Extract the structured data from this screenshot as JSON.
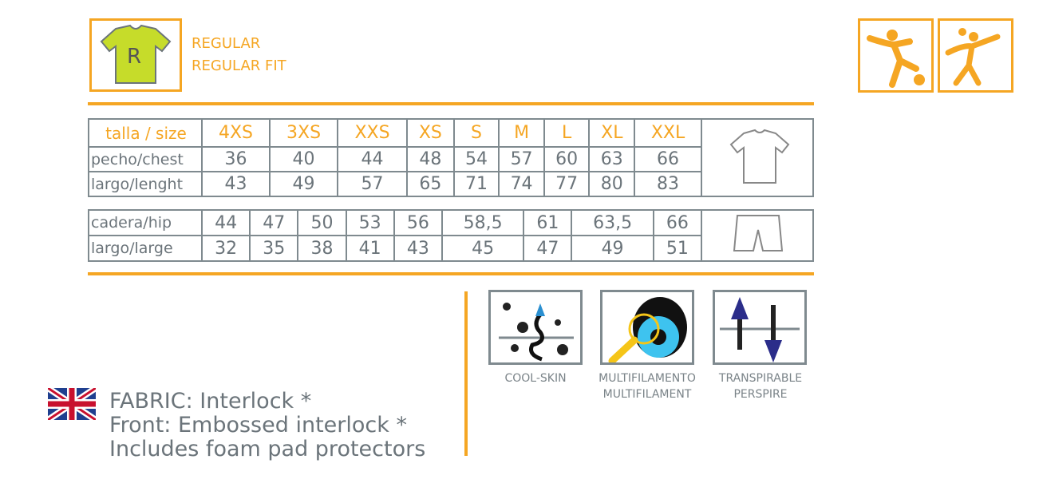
{
  "fit": {
    "badge": "R",
    "line1": "REGULAR",
    "line2": "REGULAR FIT"
  },
  "sports": [
    "football-icon",
    "handball-icon"
  ],
  "top_table": {
    "header": {
      "label": "talla / size",
      "sizes": [
        "4XS",
        "3XS",
        "XXS",
        "XS",
        "S",
        "M",
        "L",
        "XL",
        "XXL"
      ]
    },
    "rows": [
      {
        "label": "pecho/chest",
        "values": [
          "36",
          "40",
          "44",
          "48",
          "54",
          "57",
          "60",
          "63",
          "66"
        ]
      },
      {
        "label": "largo/lenght",
        "values": [
          "43",
          "49",
          "57",
          "65",
          "71",
          "74",
          "77",
          "80",
          "83"
        ]
      }
    ]
  },
  "bottom_table": {
    "rows": [
      {
        "label": "cadera/hip",
        "values": [
          "44",
          "47",
          "50",
          "53",
          "56",
          "58,5",
          "61",
          "63,5",
          "66"
        ]
      },
      {
        "label": "largo/large",
        "values": [
          "32",
          "35",
          "38",
          "41",
          "43",
          "45",
          "47",
          "49",
          "51"
        ]
      }
    ]
  },
  "features": [
    {
      "line1": "COOL-SKIN",
      "line2": ""
    },
    {
      "line1": "MULTIFILAMENTO",
      "line2": "MULTIFILAMENT"
    },
    {
      "line1": "TRANSPIRABLE",
      "line2": "PERSPIRE"
    }
  ],
  "fabric": {
    "line1": "FABRIC:  Interlock *",
    "line2": "Front: Embossed interlock *",
    "line3": "Includes foam pad protectors"
  },
  "colors": {
    "accent": "#f5a623",
    "border": "#7f8a8f",
    "text": "#6b747a"
  }
}
